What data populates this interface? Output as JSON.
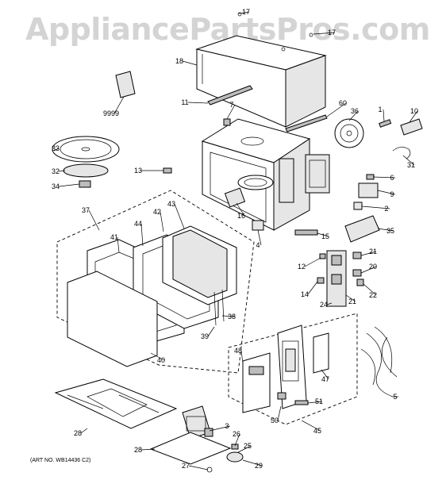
{
  "watermark": "AppliancePartsPros.com",
  "art_number": "(ART NO. WB14436 C2)",
  "callouts": [
    "17",
    "17",
    "18",
    "9999",
    "11",
    "7",
    "60",
    "36",
    "1",
    "10",
    "33",
    "32",
    "34",
    "13",
    "31",
    "6",
    "9",
    "2",
    "35",
    "16",
    "4",
    "15",
    "37",
    "41",
    "44",
    "42",
    "43",
    "12",
    "21",
    "20",
    "22",
    "14",
    "24",
    "21",
    "38",
    "39",
    "40",
    "48",
    "47",
    "5",
    "50",
    "51",
    "45",
    "28",
    "3",
    "26",
    "25",
    "28",
    "27",
    "29"
  ]
}
